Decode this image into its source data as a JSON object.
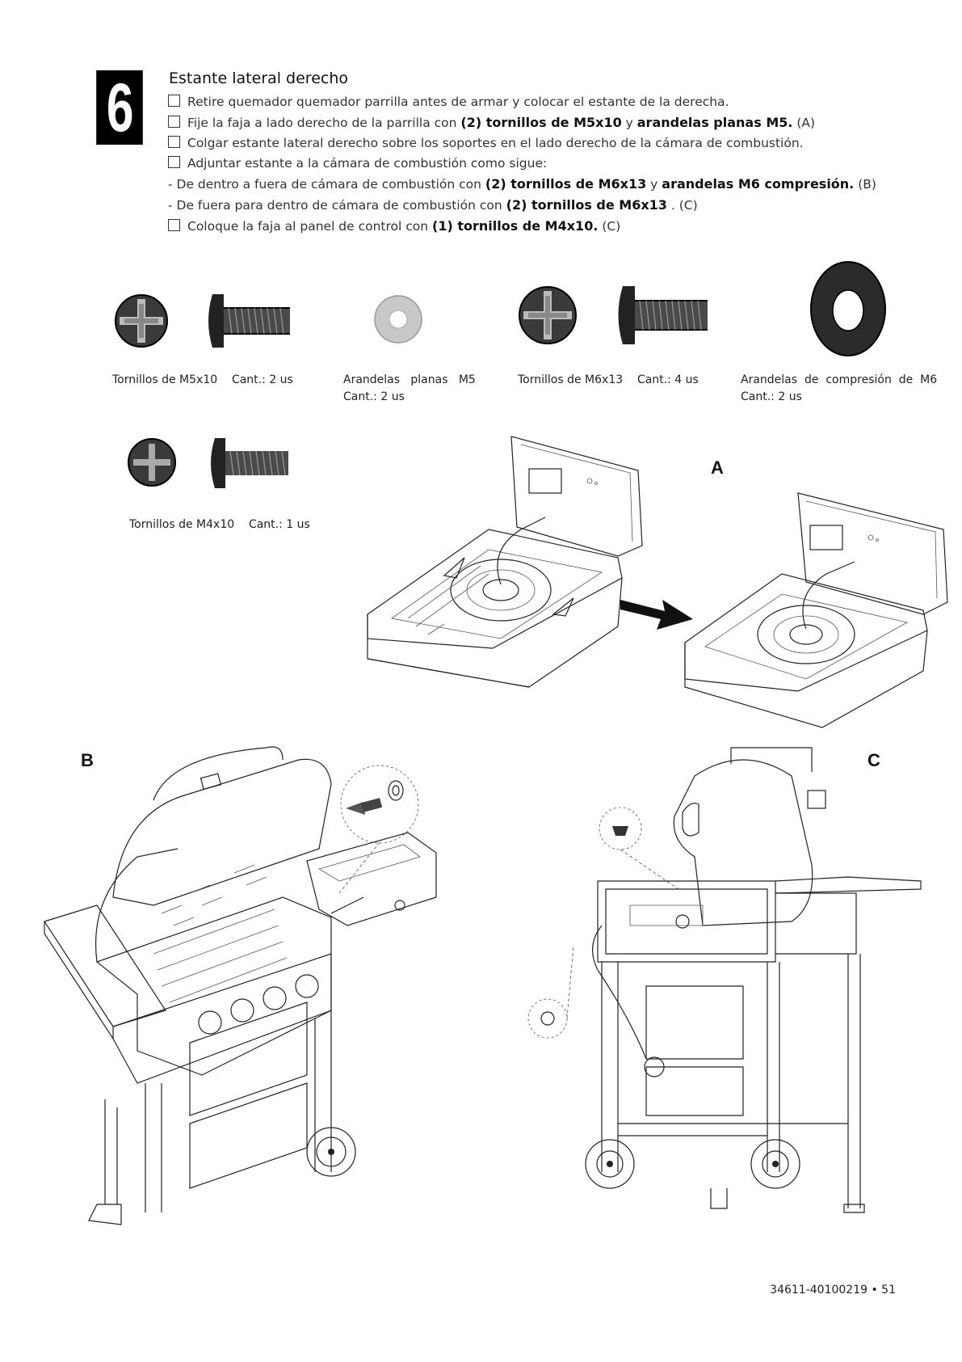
{
  "step": {
    "number": "6",
    "title": "Estante lateral derecho"
  },
  "instructions": [
    {
      "checkbox": true,
      "segments": [
        {
          "t": "Retire quemador quemador parrilla antes de armar y colocar el estante de la derecha."
        }
      ]
    },
    {
      "checkbox": true,
      "segments": [
        {
          "t": "Fije la faja a lado derecho de la parrilla con "
        },
        {
          "t": "(2) tornillos de M5x10",
          "b": true
        },
        {
          "t": " y "
        },
        {
          "t": "arandelas planas M5.",
          "b": true
        },
        {
          "t": " (A)"
        }
      ]
    },
    {
      "checkbox": true,
      "segments": [
        {
          "t": "Colgar estante lateral derecho sobre los soportes en el lado derecho de la cámara de combustión."
        }
      ]
    },
    {
      "checkbox": true,
      "segments": [
        {
          "t": "Adjuntar estante a la cámara de combustión como sigue:"
        }
      ]
    },
    {
      "checkbox": false,
      "segments": [
        {
          "t": "- De dentro a fuera de cámara de combustión con "
        },
        {
          "t": "(2) tornillos de M6x13",
          "b": true
        },
        {
          "t": " y "
        },
        {
          "t": "arandelas M6 compresión.",
          "b": true
        },
        {
          "t": " (B)"
        }
      ]
    },
    {
      "checkbox": false,
      "segments": [
        {
          "t": "- De fuera para dentro de cámara de combustión con "
        },
        {
          "t": "(2) tornillos de M6x13",
          "b": true
        },
        {
          "t": " . (C)"
        }
      ]
    },
    {
      "checkbox": true,
      "segments": [
        {
          "t": "Coloque la faja al panel de control con "
        },
        {
          "t": "(1) tornillos de M4x10.",
          "b": true
        },
        {
          "t": " (C)"
        }
      ]
    }
  ],
  "parts": {
    "m5_screw": {
      "name": "Tornillos de M5x10",
      "qty": "Cant.: 2 us"
    },
    "m5_washer": {
      "name": "Arandelas   planas   M5",
      "qty": "Cant.: 2 us"
    },
    "m6_screw": {
      "name": "Tornillos de M6x13",
      "qty": "Cant.: 4 us"
    },
    "m6_washer": {
      "name": "Arandelas  de  compresión  de  M6",
      "qty": "Cant.: 2 us"
    },
    "m4_screw": {
      "name": "Tornillos de M4x10",
      "qty": "Cant.: 1 us"
    }
  },
  "figures": {
    "a": "A",
    "b": "B",
    "c": "C"
  },
  "footer": {
    "doc_number": "34611-40100219 • 51"
  }
}
